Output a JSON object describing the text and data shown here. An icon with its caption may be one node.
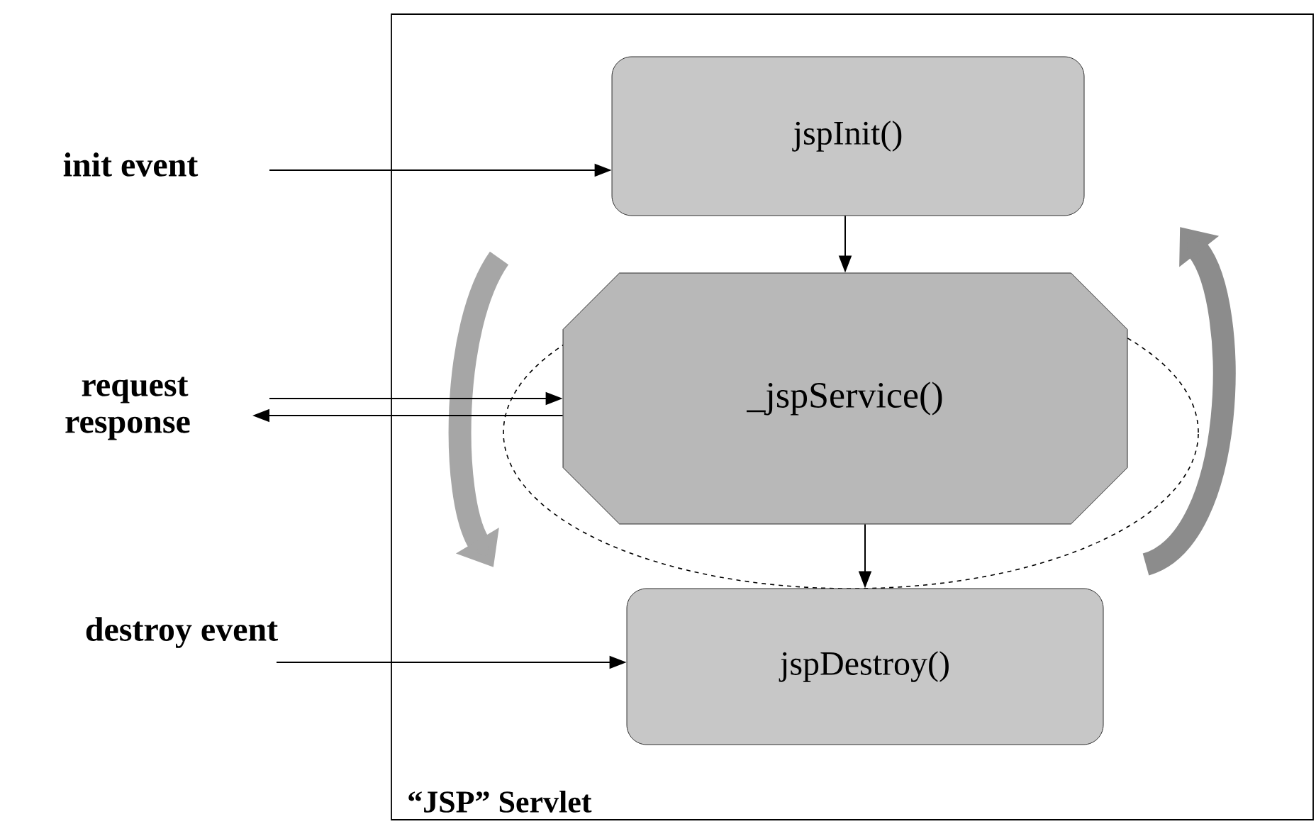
{
  "diagram": {
    "nodes": [
      {
        "text": [
          "“JSP” Servlet"
        ]
      },
      {
        "text": [
          "jspInit()"
        ],
        "in": 0
      },
      {
        "text": [
          "_jspService()"
        ],
        "in": 0
      },
      {
        "text": [
          "jspDestroy()"
        ],
        "in": 0
      },
      {
        "text": [
          "init event"
        ]
      },
      {
        "text": [
          "request"
        ]
      },
      {
        "text": [
          "response"
        ]
      },
      {
        "text": [
          "destroy event"
        ]
      }
    ],
    "edges": [
      {
        "from": 4,
        "to": 1,
        "arrow": "to"
      },
      {
        "from": 5,
        "to": 2,
        "arrow": "to"
      },
      {
        "from": 2,
        "to": 6,
        "arrow": "to"
      },
      {
        "from": 7,
        "to": 3,
        "arrow": "to"
      },
      {
        "from": 1,
        "to": 2,
        "arrow": "to"
      },
      {
        "from": 2,
        "to": 3,
        "arrow": "to"
      }
    ]
  }
}
